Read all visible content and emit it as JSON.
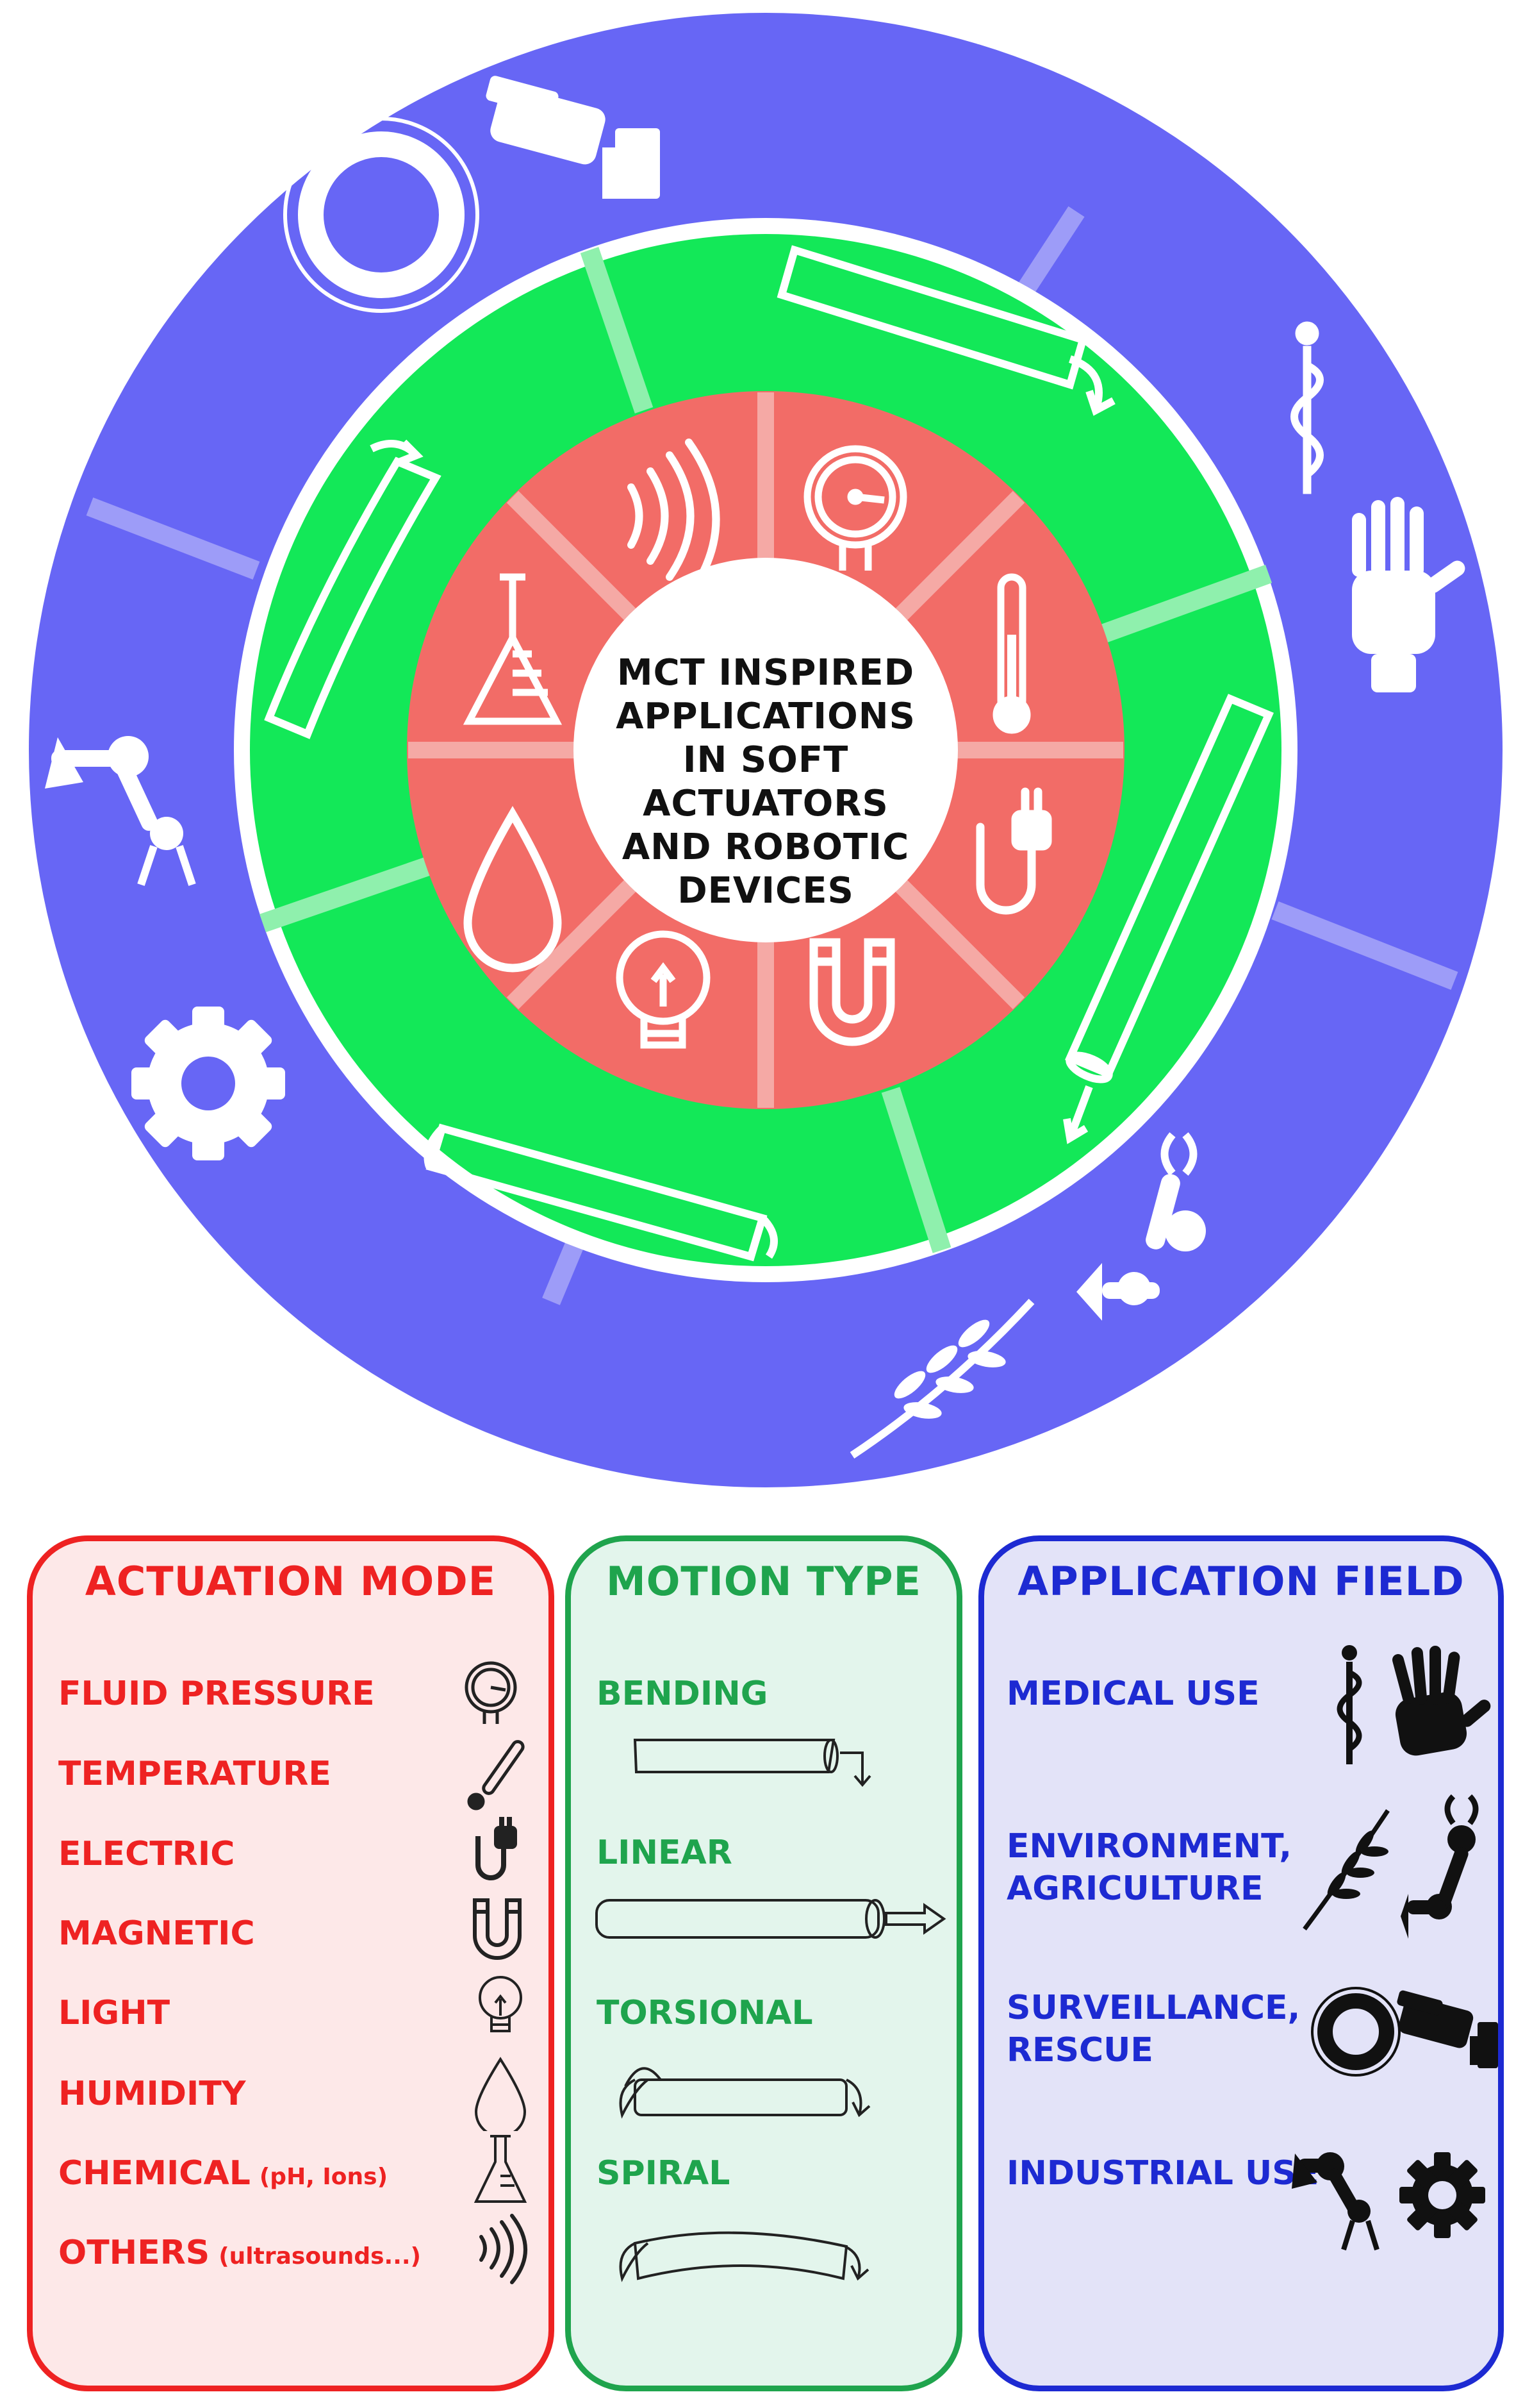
{
  "colors": {
    "outer_ring": "#6766f5",
    "middle_ring": "#13e858",
    "inner_ring": "#f26c67",
    "actuation": "#ee2222",
    "motion": "#1fa44d",
    "application": "#1d2ad2"
  },
  "center": {
    "lines": [
      "MCT INSPIRED",
      "APPLICATIONS",
      "IN SOFT",
      "ACTUATORS",
      "AND ROBOTIC",
      "DEVICES"
    ]
  },
  "inner_ring_icons": [
    "sound-waves-icon",
    "pressure-gauge-icon",
    "thermometer-icon",
    "electric-plug-icon",
    "magnet-icon",
    "light-bulb-icon",
    "water-drop-icon",
    "flask-icon"
  ],
  "middle_ring_icons": [
    "bending-tube-icon",
    "linear-tube-icon",
    "torsional-tube-icon",
    "spiral-tube-icon"
  ],
  "outer_ring_icons": [
    "caduceus-icon",
    "robotic-hand-icon",
    "robot-arm-icon",
    "wheat-icon",
    "gear-icon",
    "industrial-arm-icon",
    "lifebuoy-icon",
    "security-camera-icon"
  ],
  "panels": {
    "actuation": {
      "title": "ACTUATION MODE",
      "rows": [
        {
          "label": "FLUID PRESSURE",
          "note": "",
          "icon": "pressure-gauge-icon"
        },
        {
          "label": "TEMPERATURE",
          "note": "",
          "icon": "thermometer-icon"
        },
        {
          "label": "ELECTRIC",
          "note": "",
          "icon": "electric-plug-icon"
        },
        {
          "label": "MAGNETIC",
          "note": "",
          "icon": "magnet-icon"
        },
        {
          "label": "LIGHT",
          "note": "",
          "icon": "light-bulb-icon"
        },
        {
          "label": "HUMIDITY",
          "note": "",
          "icon": "water-drop-icon"
        },
        {
          "label": "CHEMICAL",
          "note": "(pH, Ions)",
          "icon": "flask-icon"
        },
        {
          "label": "OTHERS",
          "note": "(ultrasounds...)",
          "icon": "sound-waves-icon"
        }
      ]
    },
    "motion": {
      "title": "MOTION TYPE",
      "rows": [
        {
          "label": "BENDING",
          "icon": "bending-tube-icon"
        },
        {
          "label": "LINEAR",
          "icon": "linear-tube-icon"
        },
        {
          "label": "TORSIONAL",
          "icon": "torsional-tube-icon"
        },
        {
          "label": "SPIRAL",
          "icon": "spiral-tube-icon"
        }
      ]
    },
    "application": {
      "title": "APPLICATION FIELD",
      "rows": [
        {
          "label_lines": [
            "MEDICAL USE"
          ],
          "icons": [
            "caduceus-icon",
            "robotic-hand-icon"
          ]
        },
        {
          "label_lines": [
            "ENVIRONMENT,",
            "AGRICULTURE"
          ],
          "icons": [
            "wheat-icon",
            "robot-arm-icon"
          ]
        },
        {
          "label_lines": [
            "SURVEILLANCE,",
            "RESCUE"
          ],
          "icons": [
            "lifebuoy-icon",
            "security-camera-icon"
          ]
        },
        {
          "label_lines": [
            "INDUSTRIAL USE"
          ],
          "icons": [
            "industrial-arm-icon",
            "gear-icon"
          ]
        }
      ]
    }
  }
}
